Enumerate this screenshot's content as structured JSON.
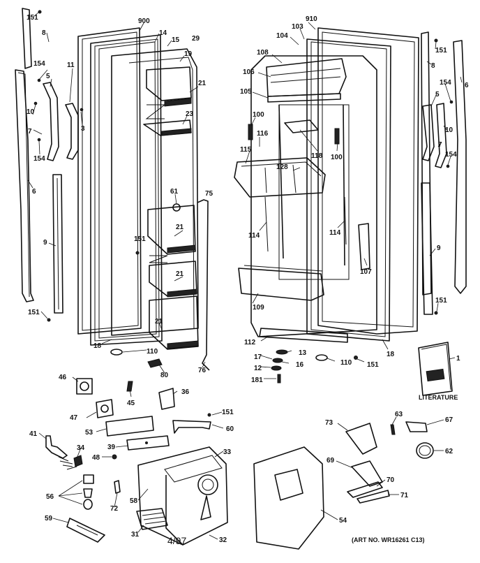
{
  "callouts": [
    {
      "id": "151-a",
      "text": "151"
    },
    {
      "id": "8-a",
      "text": "8"
    },
    {
      "id": "154-a",
      "text": "154"
    },
    {
      "id": "5-a",
      "text": "5"
    },
    {
      "id": "11",
      "text": "11"
    },
    {
      "id": "10-a",
      "text": "10"
    },
    {
      "id": "3",
      "text": "3"
    },
    {
      "id": "7-a",
      "text": "7"
    },
    {
      "id": "154-b",
      "text": "154"
    },
    {
      "id": "6-a",
      "text": "6"
    },
    {
      "id": "9-a",
      "text": "9"
    },
    {
      "id": "151-b",
      "text": "151"
    },
    {
      "id": "900",
      "text": "900"
    },
    {
      "id": "14",
      "text": "14"
    },
    {
      "id": "15",
      "text": "15"
    },
    {
      "id": "29",
      "text": "29"
    },
    {
      "id": "19",
      "text": "19"
    },
    {
      "id": "21-a",
      "text": "21"
    },
    {
      "id": "23",
      "text": "23"
    },
    {
      "id": "61",
      "text": "61"
    },
    {
      "id": "75",
      "text": "75"
    },
    {
      "id": "21-b",
      "text": "21"
    },
    {
      "id": "151-c",
      "text": "151"
    },
    {
      "id": "21-c",
      "text": "21"
    },
    {
      "id": "21-d",
      "text": "21"
    },
    {
      "id": "18-a",
      "text": "18"
    },
    {
      "id": "110-a",
      "text": "110"
    },
    {
      "id": "80",
      "text": "80"
    },
    {
      "id": "76",
      "text": "76"
    },
    {
      "id": "910",
      "text": "910"
    },
    {
      "id": "103",
      "text": "103"
    },
    {
      "id": "104",
      "text": "104"
    },
    {
      "id": "108",
      "text": "108"
    },
    {
      "id": "106",
      "text": "106"
    },
    {
      "id": "105",
      "text": "105"
    },
    {
      "id": "100-a",
      "text": "100"
    },
    {
      "id": "116",
      "text": "116"
    },
    {
      "id": "115",
      "text": "115"
    },
    {
      "id": "118",
      "text": "118"
    },
    {
      "id": "100-b",
      "text": "100"
    },
    {
      "id": "128",
      "text": "128"
    },
    {
      "id": "114-a",
      "text": "114"
    },
    {
      "id": "114-b",
      "text": "114"
    },
    {
      "id": "107",
      "text": "107"
    },
    {
      "id": "109",
      "text": "109"
    },
    {
      "id": "112",
      "text": "112"
    },
    {
      "id": "13",
      "text": "13"
    },
    {
      "id": "17",
      "text": "17"
    },
    {
      "id": "16",
      "text": "16"
    },
    {
      "id": "12",
      "text": "12"
    },
    {
      "id": "181",
      "text": "181"
    },
    {
      "id": "110-b",
      "text": "110"
    },
    {
      "id": "151-d",
      "text": "151"
    },
    {
      "id": "18-b",
      "text": "18"
    },
    {
      "id": "151-e",
      "text": "151"
    },
    {
      "id": "8-b",
      "text": "8"
    },
    {
      "id": "6-b",
      "text": "6"
    },
    {
      "id": "5-b",
      "text": "5"
    },
    {
      "id": "154-c",
      "text": "154"
    },
    {
      "id": "10-b",
      "text": "10"
    },
    {
      "id": "7-b",
      "text": "7"
    },
    {
      "id": "154-d",
      "text": "154"
    },
    {
      "id": "9-b",
      "text": "9"
    },
    {
      "id": "151-f",
      "text": "151"
    },
    {
      "id": "1",
      "text": "1"
    },
    {
      "id": "46",
      "text": "46"
    },
    {
      "id": "45",
      "text": "45"
    },
    {
      "id": "36",
      "text": "36"
    },
    {
      "id": "47",
      "text": "47"
    },
    {
      "id": "151-g",
      "text": "151"
    },
    {
      "id": "41",
      "text": "41"
    },
    {
      "id": "53",
      "text": "53"
    },
    {
      "id": "60",
      "text": "60"
    },
    {
      "id": "34",
      "text": "34"
    },
    {
      "id": "39",
      "text": "39"
    },
    {
      "id": "33",
      "text": "33"
    },
    {
      "id": "48",
      "text": "48"
    },
    {
      "id": "56",
      "text": "56"
    },
    {
      "id": "58",
      "text": "58"
    },
    {
      "id": "72",
      "text": "72"
    },
    {
      "id": "59",
      "text": "59"
    },
    {
      "id": "31",
      "text": "31"
    },
    {
      "id": "32",
      "text": "32"
    },
    {
      "id": "54",
      "text": "54"
    },
    {
      "id": "73",
      "text": "73"
    },
    {
      "id": "63",
      "text": "63"
    },
    {
      "id": "67",
      "text": "67"
    },
    {
      "id": "62",
      "text": "62"
    },
    {
      "id": "69",
      "text": "69"
    },
    {
      "id": "70",
      "text": "70"
    },
    {
      "id": "71",
      "text": "71"
    }
  ],
  "literature_label": "LITERATURE",
  "date_code": "4/97",
  "art_number": "(ART NO. WR16261 C13)"
}
